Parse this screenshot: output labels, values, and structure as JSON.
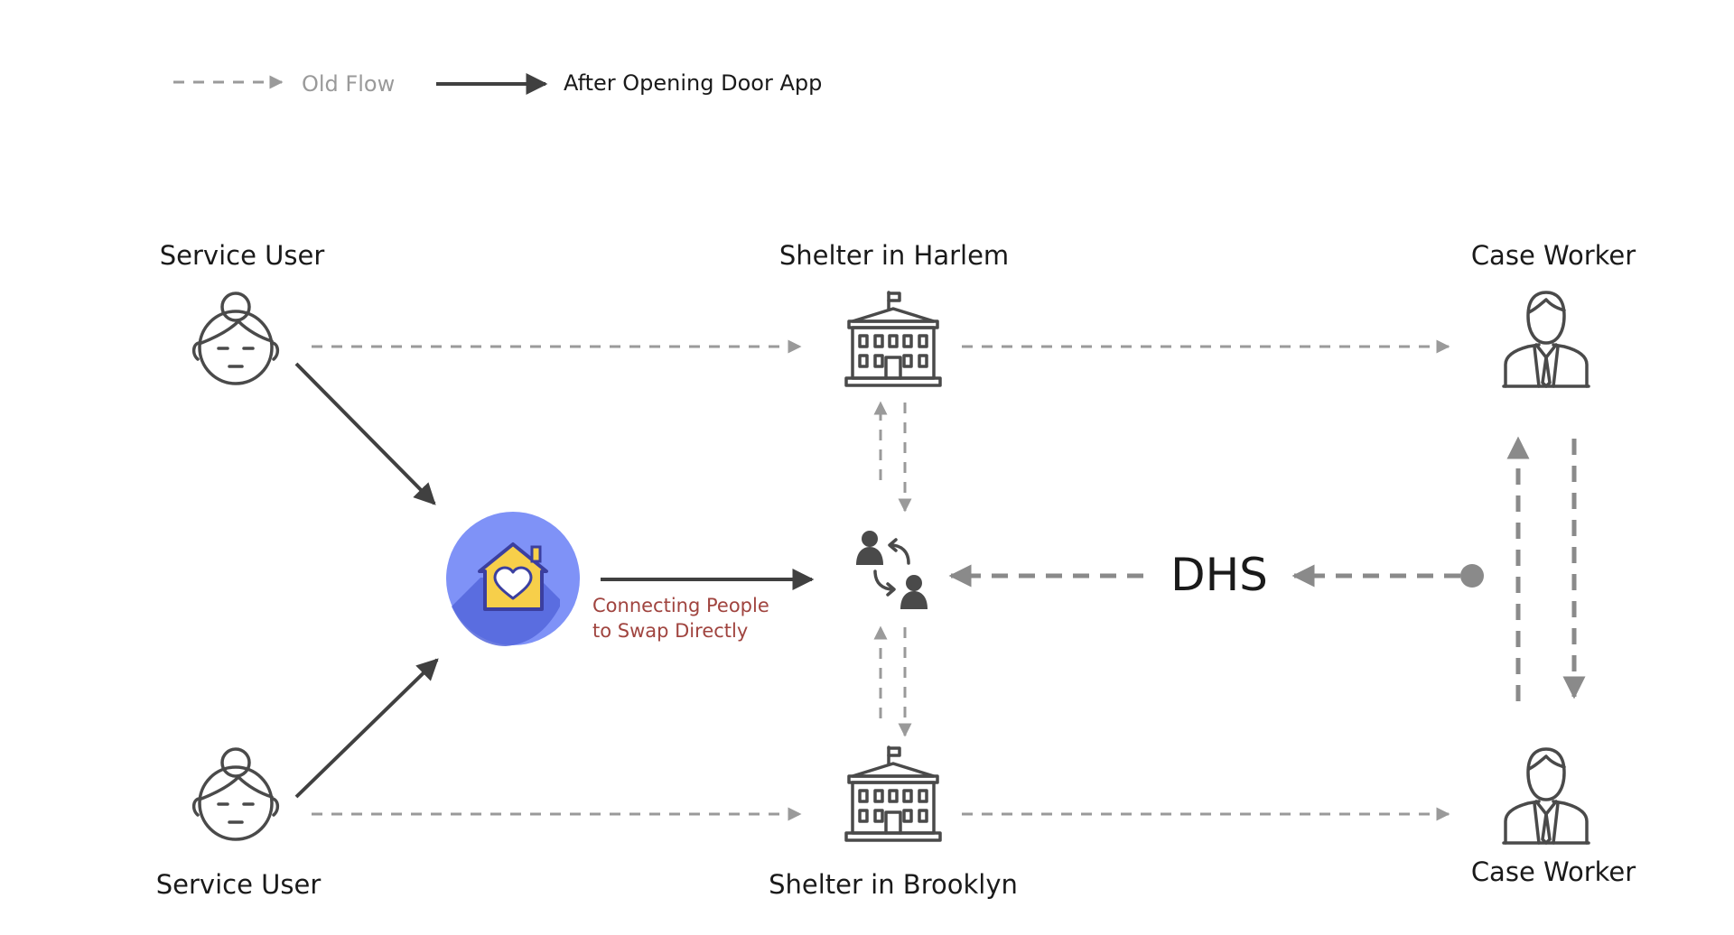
{
  "legend": {
    "old_flow": "Old Flow",
    "new_flow": "After Opening Door App"
  },
  "nodes": {
    "service_user_top": "Service User",
    "service_user_bottom": "Service User",
    "shelter_top": "Shelter in Harlem",
    "shelter_bottom": "Shelter in Brooklyn",
    "case_worker_top": "Case Worker",
    "case_worker_bottom": "Case Worker",
    "agency": "DHS"
  },
  "app": {
    "caption_line1": "Connecting People",
    "caption_line2": "to Swap Directly",
    "icon": "house-heart-icon"
  },
  "colors": {
    "old_flow": "#9a9a9a",
    "new_flow": "#404040",
    "app_circle": "#7f92f7",
    "app_shadow": "#4f5fd4",
    "app_house": "#f7cf4a",
    "caption": "#a0443f"
  }
}
